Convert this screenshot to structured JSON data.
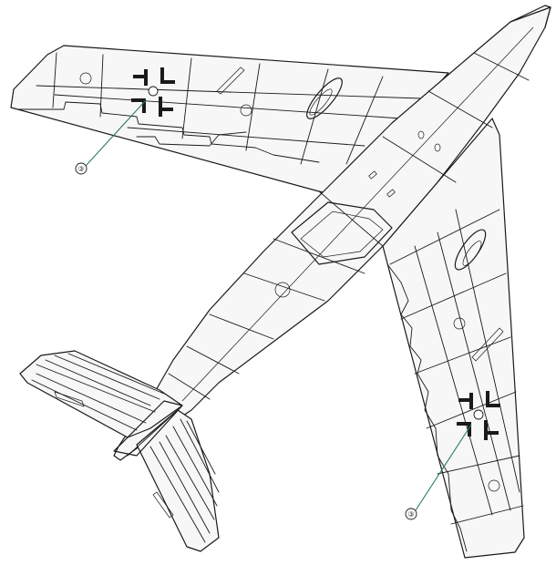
{
  "figure": {
    "subject": "aircraft-underside-decal-placement",
    "callouts": [
      {
        "label": "③",
        "target": "left-wing-balkenkreuz"
      },
      {
        "label": "③",
        "target": "right-wing-balkenkreuz"
      }
    ],
    "colors": {
      "outline": "#1a1a1a",
      "panel_fill": "#f7f7f7",
      "leader_line": "#2d7a6a",
      "insignia": "#1a1a1a"
    }
  }
}
